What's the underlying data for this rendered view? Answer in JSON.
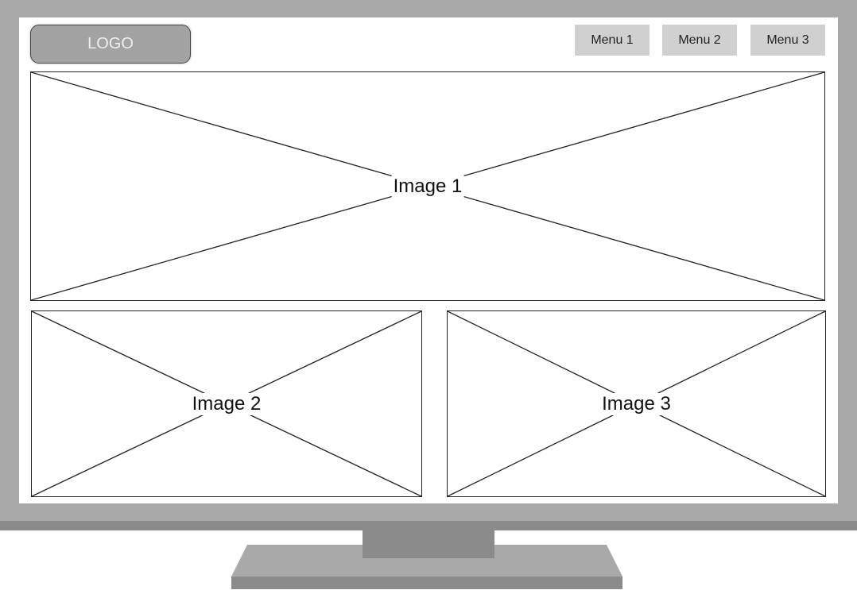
{
  "header": {
    "logo": "LOGO",
    "menu": [
      {
        "label": "Menu 1"
      },
      {
        "label": "Menu 2"
      },
      {
        "label": "Menu 3"
      }
    ]
  },
  "images": [
    {
      "label": "Image 1"
    },
    {
      "label": "Image 2"
    },
    {
      "label": "Image 3"
    }
  ],
  "colors": {
    "bezel": "#a9a9a9",
    "bezel_dark": "#8b8b8b",
    "menu_bg": "#d0d0d0",
    "logo_bg": "#a3a3a3"
  }
}
